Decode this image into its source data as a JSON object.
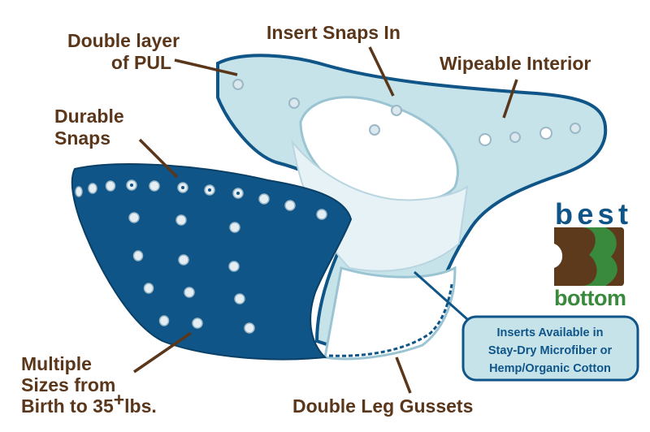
{
  "labels": {
    "double_layer": [
      "Double layer",
      "of PUL"
    ],
    "insert_snaps": "Insert Snaps In",
    "wipeable": "Wipeable Interior",
    "durable": [
      "Durable",
      "Snaps"
    ],
    "sizes": [
      "Multiple",
      "Sizes from",
      "Birth to 35",
      "+",
      "lbs."
    ],
    "gussets": "Double Leg Gussets"
  },
  "info_box": [
    "Inserts Available in",
    "Stay-Dry Microfiber or",
    "Hemp/Organic Cotton"
  ],
  "logo": {
    "top": "best",
    "bottom": "bottom"
  },
  "colors": {
    "label": "#5a361a",
    "navy": "#0f5588",
    "light_blue": "#c6e3ea",
    "logo_green": "#3a8a3e",
    "logo_brown": "#5e3a1c"
  }
}
